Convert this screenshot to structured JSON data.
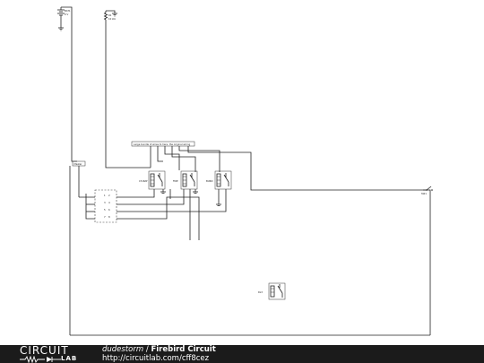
{
  "schematic": {
    "battery_label": "BAT1",
    "battery_value": "9 V",
    "resistor_label": "R1",
    "resistor_value": "10 kΩ",
    "bus_label": "Large bundle of wires to here, the original wiring",
    "relay1_label": "CYLBAT",
    "relay2_label": "FIRE",
    "relay3_label": "BURN",
    "relay4_label": "RL3",
    "switch_label": "SW1",
    "source_label": "Master",
    "ic_pins": [
      "1",
      "2",
      "3",
      "4",
      "5",
      "6",
      "7",
      "8"
    ]
  },
  "footer": {
    "brand_top": "CIRCUIT",
    "brand_bottom": "LAB",
    "author": "dudestorm",
    "separator": " / ",
    "circuit_title": "Firebird Circuit",
    "url": "http://circuitlab.com/cff8cez"
  }
}
